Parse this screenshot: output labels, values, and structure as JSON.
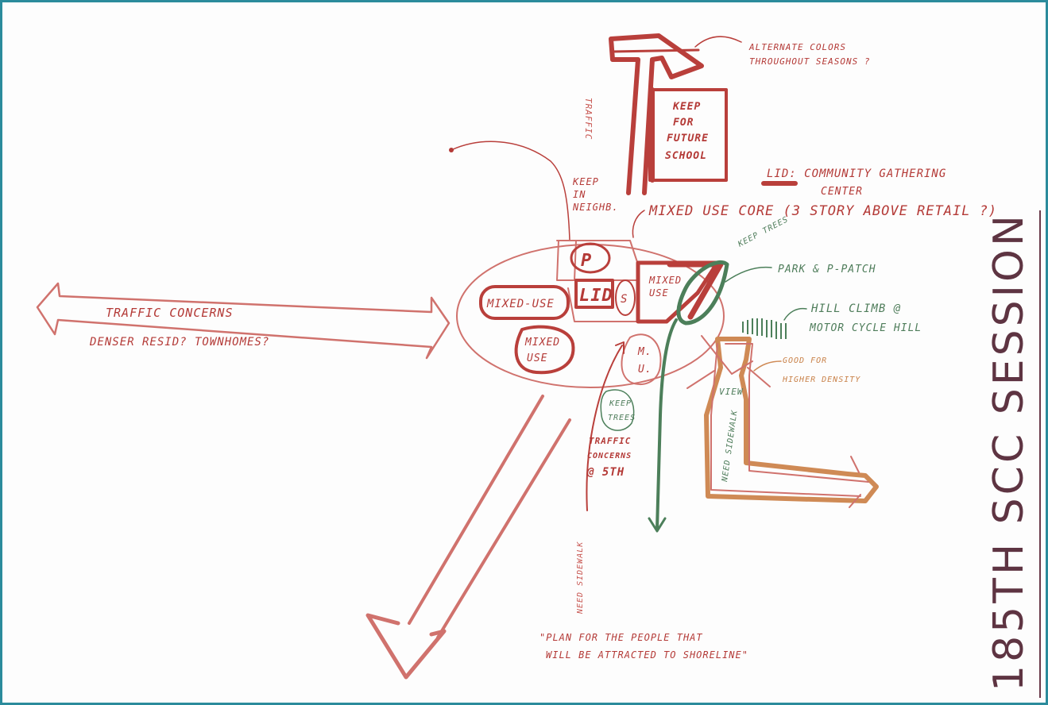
{
  "notes": {
    "alternate_colors": [
      "ALTERNATE COLORS",
      "THROUGHOUT SEASONS ?"
    ],
    "traffic_vertical": "TRAFFIC",
    "keep_future_school": [
      "KEEP",
      "FOR",
      "FUTURE",
      "SCHOOL"
    ],
    "lid_gathering": [
      "LID: COMMUNITY GATHERING",
      "CENTER"
    ],
    "keep_in_neighb": [
      "KEEP",
      "IN",
      "NEIGHB."
    ],
    "mixed_use_core": "MIXED USE CORE (3 STORY ABOVE RETAIL ?)",
    "keep_trees_top": "KEEP TREES",
    "park_ppatch": "PARK & P-PATCH",
    "hill_climb": [
      "HILL CLIMB @",
      "MOTOR CYCLE HILL"
    ],
    "good_for_density": [
      "GOOD FOR",
      "HIGHER DENSITY"
    ],
    "traffic_concerns": "TRAFFIC CONCERNS",
    "denser_resid": "DENSER RESID? TOWNHOMES?",
    "mixed_use_left": "MIXED-USE",
    "lid_center": "LID",
    "s_label": "S",
    "p_label": "P",
    "mixed_use_right": [
      "MIXED",
      "USE"
    ],
    "mixed_use_bottom": [
      "MIXED",
      "USE"
    ],
    "mu_label": [
      "M.",
      "U."
    ],
    "keep_trees_low": [
      "KEEP",
      "TREES"
    ],
    "traffic_concerns_5th": [
      "TRAFFIC",
      "CONCERNS",
      "@ 5TH"
    ],
    "view": "VIEW",
    "need_sidewalk_right": "NEED SIDEWALK",
    "need_sidewalk_left": "NEED SIDEWALK",
    "plan_quote": [
      "\"PLAN FOR THE PEOPLE THAT",
      "WILL BE ATTRACTED TO SHORELINE\""
    ],
    "session_title": "185TH SCC SESSION"
  },
  "colors": {
    "frame": "#2b8b9c",
    "red_marker": "#b43a37",
    "green_marker": "#4f7d5b",
    "orange_marker": "#c9824a",
    "purple_marker": "#6a3a4a"
  }
}
